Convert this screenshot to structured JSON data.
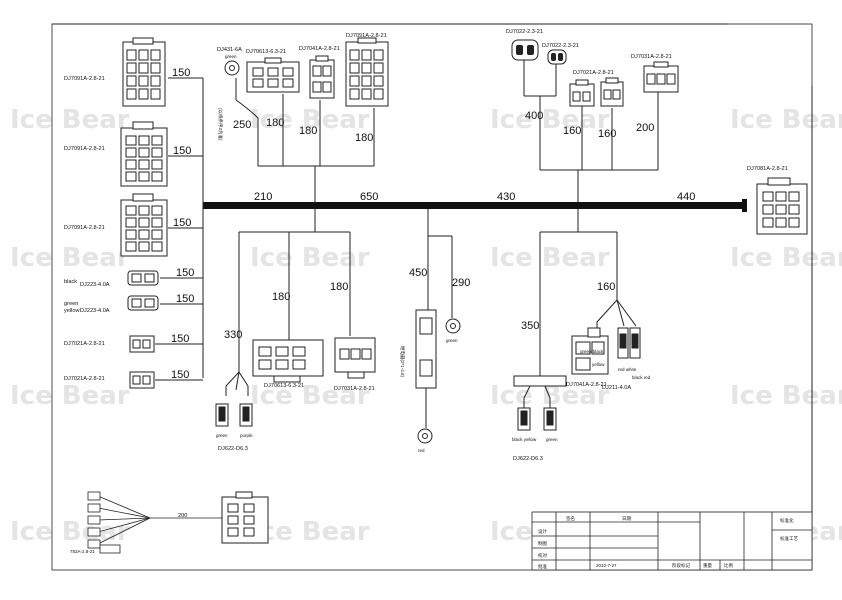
{
  "watermark": "Ice Bear",
  "top_connectors": {
    "c1": "DJ7091A-2.8-21",
    "c2": "DJ7091A-2.8-21",
    "c3": "DJ7091A-2.8-21",
    "dj431": "DJ431-6A",
    "dj431_color": "green",
    "dj70613": "DJ70613-6.3-21",
    "dj7041": "DJ7041A-2.8-21",
    "dj7091_top": "DJ7091A-2.8-21",
    "vertical_note": "(以线条序3为准)",
    "dj7022_a": "DJ7022-2.3-21",
    "dj7022_b": "DJ7022-2.3-21",
    "dj7021_top": "DJ7021A-2.8-21",
    "dj7031_top": "DJ7031A-2.8-21",
    "dj7081": "DJ7081A-2.8-21"
  },
  "left_connectors": {
    "black_label": "black",
    "dj223_a": "DJ223-4.0A",
    "green_label": "green",
    "yellow_label": "yellow",
    "dj223_b": "DJ223-4.0A",
    "dj7021_a": "DJ7021A-2.8-21",
    "dj7021_b": "DJ7021A-2.8-21"
  },
  "lengths": {
    "l150_1": "150",
    "l150_2": "150",
    "l150_3": "150",
    "l150_4": "150",
    "l150_5": "150",
    "l150_6": "150",
    "l150_7": "150",
    "l250": "250",
    "l180_a": "180",
    "l180_b": "180",
    "l180_c": "180",
    "l210": "210",
    "l650": "650",
    "l430": "430",
    "l440": "440",
    "l400": "400",
    "l160_a": "160",
    "l160_b": "160",
    "l200": "200",
    "l180_d": "180",
    "l180_e": "180",
    "l330": "330",
    "l450": "450",
    "l290": "290",
    "l350": "350",
    "l160_c": "160",
    "l200_small": "200"
  },
  "bottom_connectors": {
    "dj70613_b": "DJ70613-6.3-21",
    "dj7031_b": "DJ7031A-2.8-21",
    "green": "green",
    "purple": "purple",
    "dj622_a": "DJ622-D6.3",
    "relay_green": "green",
    "relay_red": "red",
    "relay_vertical": "继电器(2*1-4.8)",
    "dj7041_b": "DJ7041A-2.8-21",
    "dj211": "DJ211-4.0A",
    "black_yellow": "black yellow",
    "green2": "green",
    "dj622_b": "DJ622-D6.3",
    "box_green": "green/black",
    "box_yellow": "yellow",
    "red_white": "red white",
    "black_red": "black red",
    "bl_tag": "783A-2.8-21"
  },
  "title_block": {
    "col_name": "签名",
    "col_date": "日期",
    "row_design": "设计",
    "row_draw": "制图",
    "row_check": "校对",
    "row_approve": "批准",
    "date": "2010-7-27",
    "stage_mark": "阶段标记",
    "weight": "重量",
    "scale": "比例",
    "standard_check": "标准化",
    "process_std": "标准工艺"
  }
}
